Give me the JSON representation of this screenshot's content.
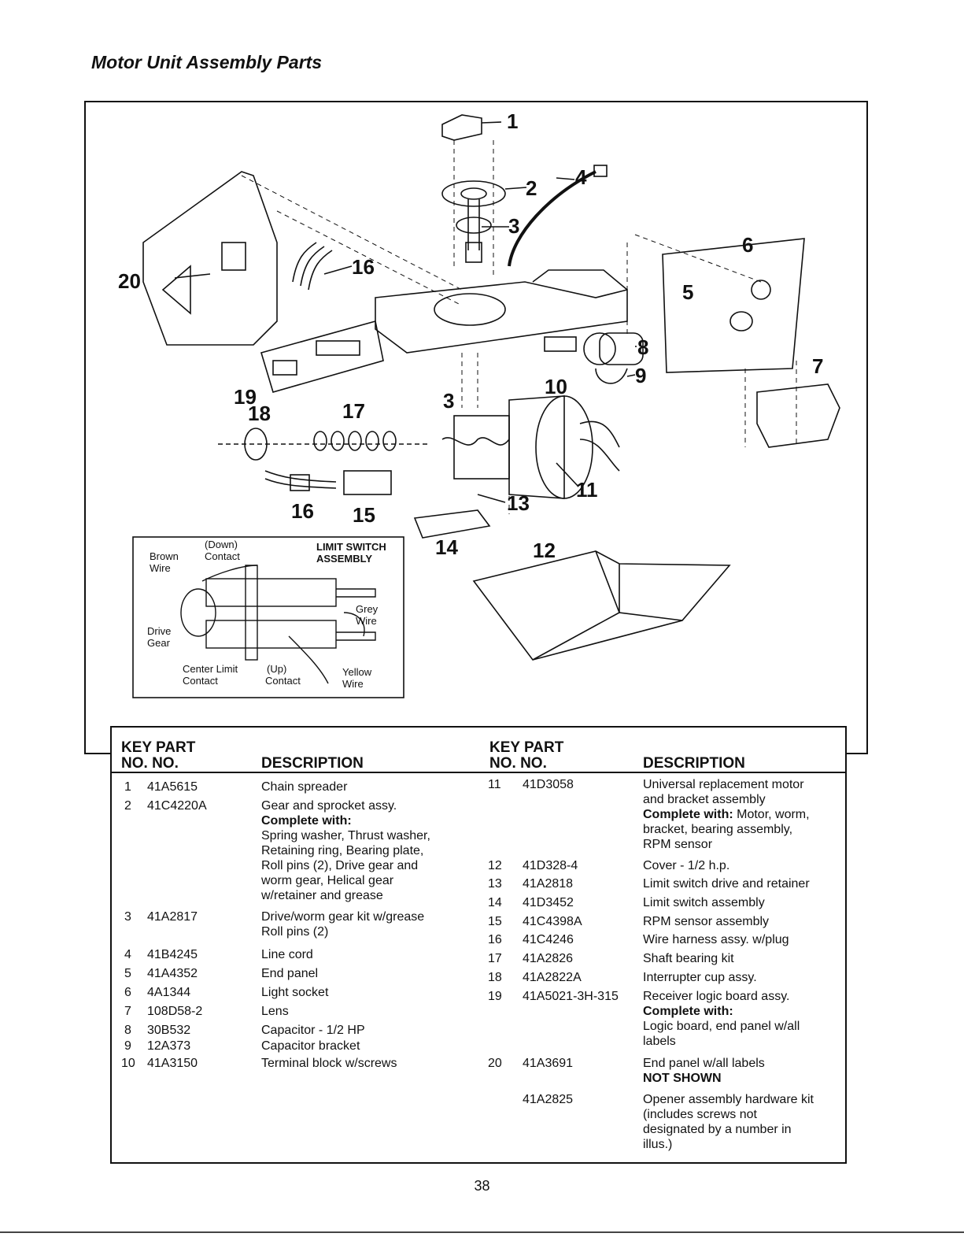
{
  "title": "Motor Unit Assembly Parts",
  "diagram": {
    "callouts": [
      "1",
      "2",
      "3",
      "4",
      "5",
      "6",
      "7",
      "8",
      "9",
      "10",
      "11",
      "12",
      "13",
      "14",
      "15",
      "16",
      "16",
      "17",
      "18",
      "19",
      "20",
      "3"
    ],
    "inset": {
      "title_line1": "LIMIT SWITCH",
      "title_line2": "ASSEMBLY",
      "brown_wire_1": "Brown",
      "brown_wire_2": "Wire",
      "down_contact_1": "(Down)",
      "down_contact_2": "Contact",
      "grey_wire_1": "Grey",
      "grey_wire_2": "Wire",
      "drive_gear_1": "Drive",
      "drive_gear_2": "Gear",
      "center_limit_1": "Center Limit",
      "center_limit_2": "Contact",
      "up_contact_1": "(Up)",
      "up_contact_2": "Contact",
      "yellow_wire_1": "Yellow",
      "yellow_wire_2": "Wire"
    }
  },
  "table": {
    "headers": {
      "key_line1": "KEY",
      "part_line1": "PART",
      "key_line2": "NO.",
      "part_line2": "NO.",
      "description": "DESCRIPTION"
    },
    "left": [
      {
        "key": "1",
        "part": "41A5615",
        "desc": [
          "Chain spreader"
        ]
      },
      {
        "key": "2",
        "part": "41C4220A",
        "desc": [
          "Gear and sprocket assy."
        ],
        "bold": "Complete with:",
        "extra": [
          "Spring washer, Thrust washer,",
          "Retaining ring, Bearing plate,",
          "Roll pins (2), Drive gear and",
          "worm gear, Helical gear",
          "w/retainer and grease"
        ]
      },
      {
        "key": "3",
        "part": "41A2817",
        "desc": [
          "Drive/worm gear kit w/grease",
          "Roll pins (2)"
        ]
      },
      {
        "key": "4",
        "part": "41B4245",
        "desc": [
          "Line cord"
        ]
      },
      {
        "key": "5",
        "part": "41A4352",
        "desc": [
          "End panel"
        ]
      },
      {
        "key": "6",
        "part": "4A1344",
        "desc": [
          "Light socket"
        ]
      },
      {
        "key": "7",
        "part": "108D58-2",
        "desc": [
          "Lens"
        ]
      },
      {
        "key": "8",
        "part": "30B532",
        "desc": [
          "Capacitor - 1/2 HP"
        ]
      },
      {
        "key": "9",
        "part": "12A373",
        "desc": [
          "Capacitor bracket"
        ]
      },
      {
        "key": "10",
        "part": "41A3150",
        "desc": [
          "Terminal block w/screws"
        ]
      }
    ],
    "right": [
      {
        "key": "11",
        "part": "41D3058",
        "desc": [
          "Universal replacement motor",
          "and bracket assembly"
        ],
        "bold": "Complete with:",
        "bold_tail": " Motor, worm,",
        "extra": [
          "bracket, bearing assembly,",
          "RPM sensor"
        ]
      },
      {
        "key": "12",
        "part": "41D328-4",
        "desc": [
          "Cover - 1/2 h.p."
        ]
      },
      {
        "key": "13",
        "part": "41A2818",
        "desc": [
          "Limit switch drive and retainer"
        ]
      },
      {
        "key": "14",
        "part": "41D3452",
        "desc": [
          "Limit switch assembly"
        ]
      },
      {
        "key": "15",
        "part": "41C4398A",
        "desc": [
          "RPM sensor assembly"
        ]
      },
      {
        "key": "16",
        "part": "41C4246",
        "desc": [
          "Wire harness assy. w/plug"
        ]
      },
      {
        "key": "17",
        "part": "41A2826",
        "desc": [
          "Shaft bearing kit"
        ]
      },
      {
        "key": "18",
        "part": "41A2822A",
        "desc": [
          "Interrupter cup assy."
        ]
      },
      {
        "key": "19",
        "part": "41A5021-3H-315",
        "desc": [
          "Receiver logic board assy."
        ],
        "bold": "Complete with:",
        "extra": [
          "Logic board, end panel w/all",
          "labels"
        ]
      },
      {
        "key": "20",
        "part": "41A3691",
        "desc": [
          "End panel w/all labels"
        ]
      },
      {
        "key": "",
        "part": "41A2825",
        "heading": "NOT SHOWN",
        "desc": [
          "Opener assembly hardware kit",
          "(includes screws not",
          "designated by a number in",
          "illus.)"
        ]
      }
    ]
  },
  "page_number": "38"
}
